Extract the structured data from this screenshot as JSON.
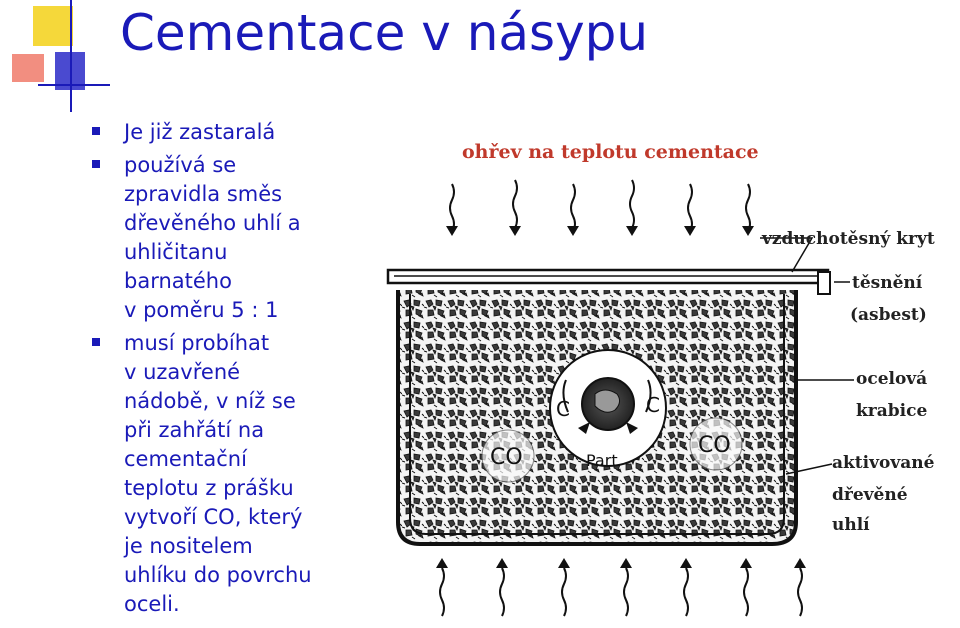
{
  "slide": {
    "title": "Cementace v násypu",
    "bullets": [
      "Je již zastaralá",
      " používá se\nzpravidla směs\ndřevěného uhlí a\nuhličitanu\nbarnatého\nv poměru 5 : 1",
      " musí probíhat\nv uzavřené\nnádobě, v níž se\npři zahřátí na\ncementační\nteplotu z prášku\nvytvoří CO, který\nje nositelem\nuhlíku do povrchu\noceli."
    ],
    "accent_color": "#1a1ab8"
  },
  "diagram": {
    "heading": "ohřev na teplotu cementace",
    "labels": {
      "lid": "vzduchotěsný kryt",
      "seal_1": "těsnění",
      "seal_2": "(asbest)",
      "box_1": "ocelová",
      "box_2": "krabice",
      "charcoal_1": "aktivované",
      "charcoal_2": "dřevěné",
      "charcoal_3": "uhlí"
    },
    "inner": {
      "co_left": "CO",
      "co_right": "CO",
      "c_left": "C",
      "c_right": "C",
      "part": "Part"
    }
  }
}
